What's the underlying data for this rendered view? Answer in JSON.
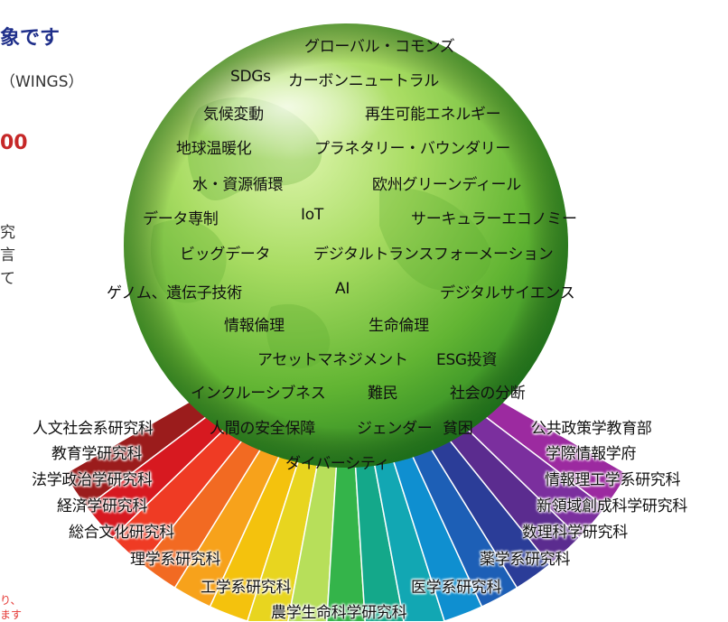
{
  "left_fragments": {
    "heading": "象です",
    "sub": "（WINGS）",
    "number": "00",
    "para_line1": "究",
    "para_line2": "言",
    "para_line3": "て",
    "note_line1": "り、",
    "note_line2": "ます"
  },
  "keywords": [
    "グローバル・コモンズ",
    "SDGs",
    "カーボンニュートラル",
    "気候変動",
    "再生可能エネルギー",
    "地球温暖化",
    "プラネタリー・バウンダリー",
    "水・資源循環",
    "欧州グリーンディール",
    "データ専制",
    "IoT",
    "サーキュラーエコノミー",
    "ビッグデータ",
    "デジタルトランスフォーメーション",
    "ゲノム、遺伝子技術",
    "AI",
    "デジタルサイエンス",
    "情報倫理",
    "生命倫理",
    "アセットマネジメント",
    "ESG投資",
    "インクルーシブネス",
    "難民",
    "社会の分断",
    "人間の安全保障",
    "ジェンダー",
    "貧困",
    "ダイバーシティ"
  ],
  "departments_left": [
    "人文社会系研究科",
    "教育学研究科",
    "法学政治学研究科",
    "経済学研究科",
    "総合文化研究科",
    "理学系研究科",
    "工学系研究科"
  ],
  "departments_bottom": "農学生命科学研究科",
  "departments_right": [
    "公共政策学教育部",
    "学際情報学府",
    "情報理工学系研究科",
    "新領域創成科学研究科",
    "数理科学研究科",
    "薬学系研究科",
    "医学系研究科"
  ],
  "colors": {
    "heading": "#1f2f8a",
    "number": "#c62828",
    "note": "#e53935",
    "globe_light": "#d9f3a2",
    "globe_mid": "#7cc63a",
    "globe_dark": "#1f7a1e"
  },
  "fan_colors": [
    "#9b1c1c",
    "#d71920",
    "#ef3b24",
    "#f26a22",
    "#f7a21b",
    "#f4c20d",
    "#e8d51f",
    "#b7df5a",
    "#34b44a",
    "#14a88a",
    "#12a7b3",
    "#0f8fd0",
    "#1d5fb6",
    "#2b3d98",
    "#5b2c8f",
    "#7b2f9e",
    "#9c2aa0"
  ]
}
